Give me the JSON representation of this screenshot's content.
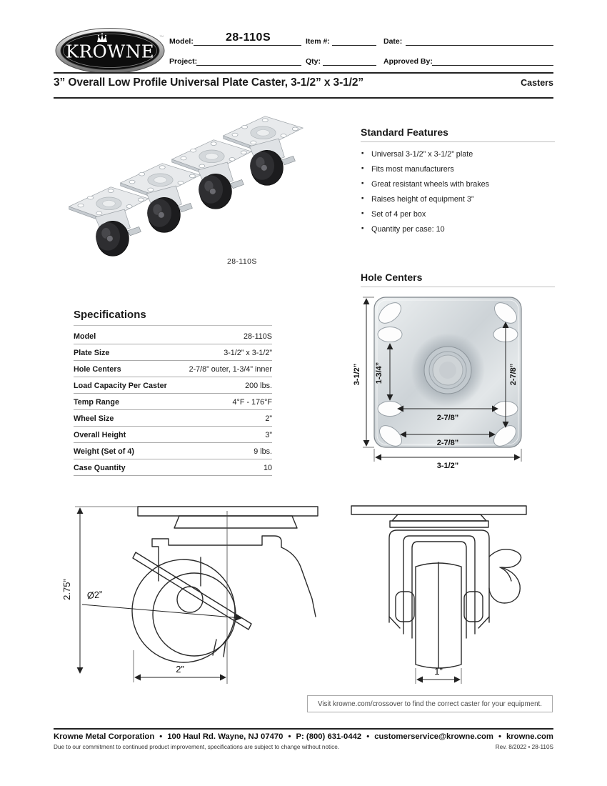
{
  "header": {
    "logo_text": "KROWNE",
    "trademark": "™",
    "fields": {
      "model_label": "Model:",
      "model_value": "28-110S",
      "item_label": "Item #:",
      "date_label": "Date:",
      "project_label": "Project:",
      "qty_label": "Qty:",
      "approved_label": "Approved By:"
    }
  },
  "title": {
    "main": "3” Overall Low Profile Universal Plate Caster, 3-1/2” x 3-1/2”",
    "category": "Casters"
  },
  "product": {
    "caption": "28-110S"
  },
  "standard_features": {
    "heading": "Standard Features",
    "items": [
      "Universal 3-1/2” x 3-1/2” plate",
      "Fits most manufacturers",
      "Great resistant wheels with brakes",
      "Raises height of equipment 3”",
      "Set of 4 per box",
      "Quantity per case: 10"
    ]
  },
  "specifications": {
    "heading": "Specifications",
    "rows": [
      {
        "label": "Model",
        "value": "28-110S"
      },
      {
        "label": "Plate Size",
        "value": "3-1/2” x 3-1/2”"
      },
      {
        "label": "Hole Centers",
        "value": "2-7/8” outer, 1-3/4” inner"
      },
      {
        "label": "Load Capacity Per Caster",
        "value": "200 lbs."
      },
      {
        "label": "Temp Range",
        "value": "4°F - 176°F"
      },
      {
        "label": "Wheel Size",
        "value": "2”"
      },
      {
        "label": "Overall Height",
        "value": "3”"
      },
      {
        "label": "Weight (Set of 4)",
        "value": "9 lbs."
      },
      {
        "label": "Case Quantity",
        "value": "10"
      }
    ]
  },
  "hole_centers": {
    "heading": "Hole Centers",
    "dims": {
      "plate_height": "3-1/2”",
      "inner_vertical": "1-3/4”",
      "outer_vertical": "2-7/8”",
      "mid_horizontal": "2-7/8”",
      "lower_horizontal": "2-7/8”",
      "plate_width": "3-1/2”"
    }
  },
  "drawings": {
    "side_view": {
      "overall_height": "2.75”",
      "wheel_diameter": "Ø2”",
      "wheel_span": "2”"
    },
    "front_view": {
      "wheel_width": "1”"
    }
  },
  "footer": {
    "note": "Visit krowne.com/crossover to find the correct caster for your equipment.",
    "separator": "•",
    "company": {
      "name": "Krowne Metal Corporation",
      "address": "100 Haul Rd. Wayne, NJ 07470",
      "phone": "P: (800) 631-0442",
      "email": "customerservice@krowne.com",
      "website": "krowne.com"
    },
    "disclaimer": "Due to our commitment to continued product improvement, specifications are subject to change without notice.",
    "revision": "Rev. 8/2022 • 28-110S"
  },
  "colors": {
    "ink": "#1a1a1a",
    "rule_gray": "#bfbfbf",
    "metal_light": "#eef1f2",
    "metal_dark": "#bfc6cb",
    "wheel_black": "#1c1c1e"
  }
}
